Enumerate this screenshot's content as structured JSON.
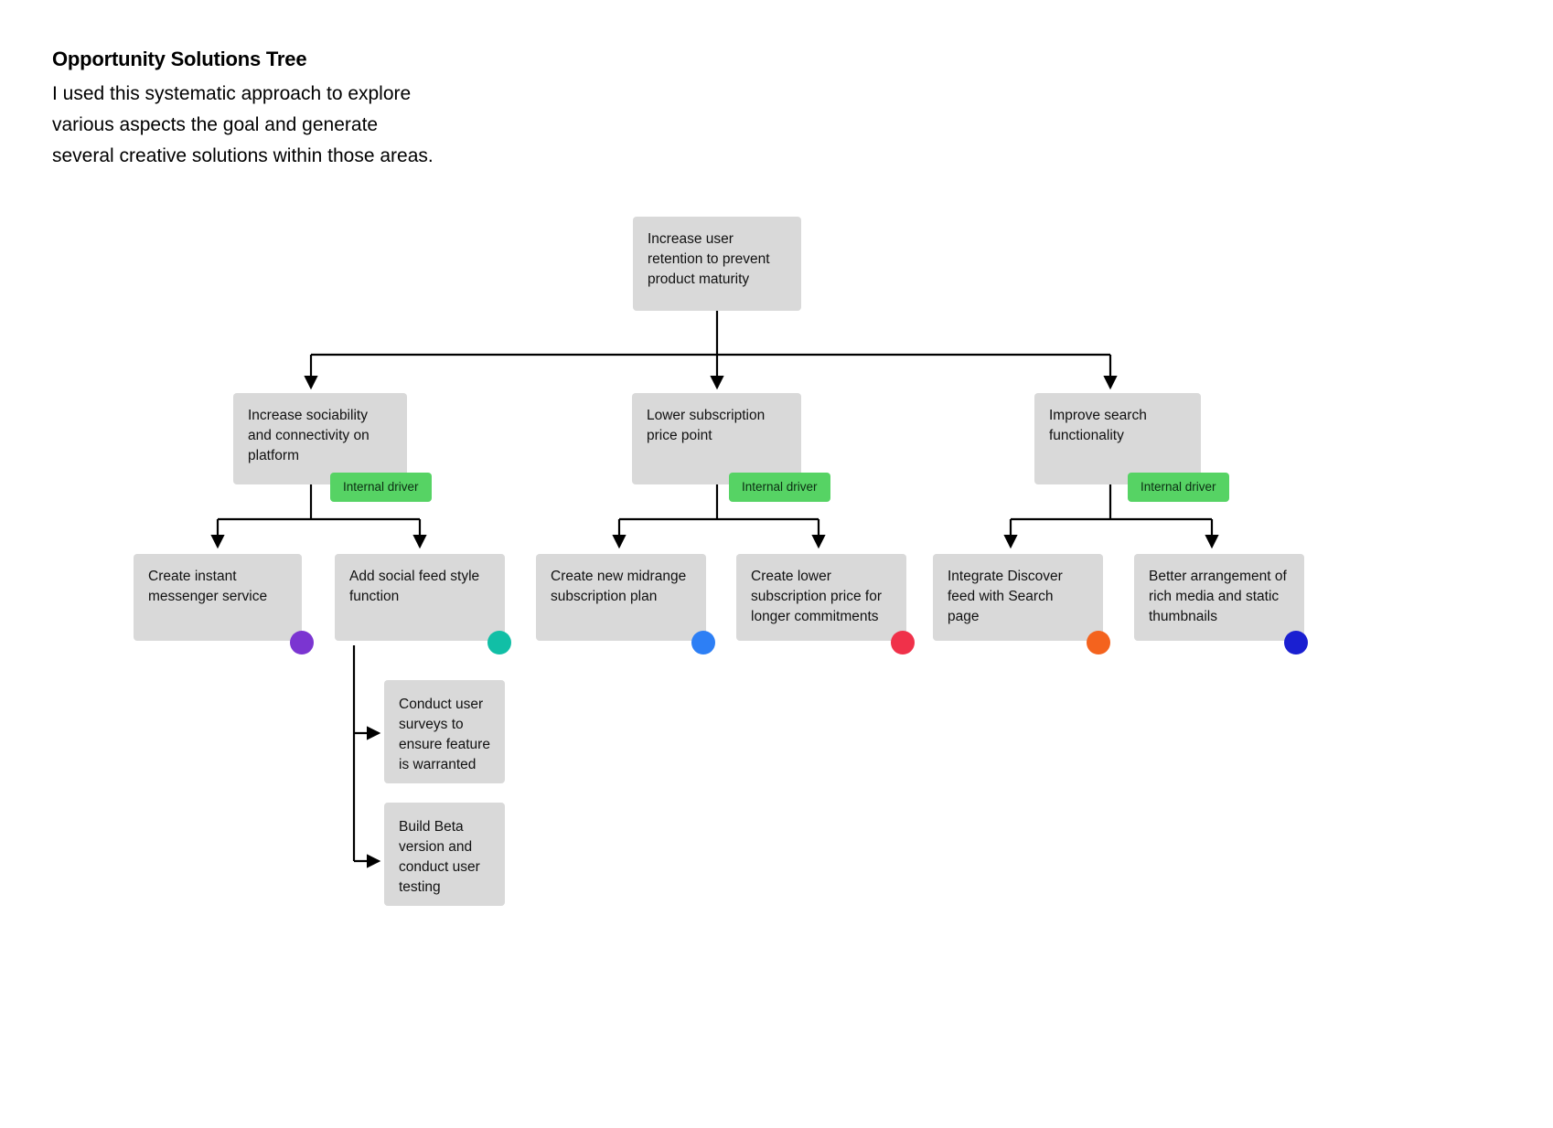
{
  "header": {
    "title": "Opportunity Solutions Tree",
    "subtitle": "I used this systematic approach to explore\nvarious aspects the goal and generate\nseveral creative solutions within those areas."
  },
  "badge_label": "Internal driver",
  "colors": {
    "node_fill": "#d9d9d9",
    "badge_fill": "#56d364",
    "line": "#000000",
    "dot_purple": "#7b35d1",
    "dot_teal": "#11bfa6",
    "dot_blue": "#2d7ff5",
    "dot_red": "#f0314a",
    "dot_orange": "#f4631e",
    "dot_navy": "#1a1fd1"
  },
  "tree": {
    "root": {
      "label": "Increase user\nretention to prevent\nproduct maturity"
    },
    "drivers": [
      {
        "label": "Increase sociability\nand connectivity on\nplatform",
        "badge": "Internal driver"
      },
      {
        "label": "Lower subscription\nprice point",
        "badge": "Internal driver"
      },
      {
        "label": "Improve search\nfunctionality",
        "badge": "Internal driver"
      }
    ],
    "solutions": [
      {
        "label": "Create instant\nmessenger service",
        "dot": "#7b35d1"
      },
      {
        "label": "Add social feed style\nfunction",
        "dot": "#11bfa6"
      },
      {
        "label": "Create new midrange\nsubscription plan",
        "dot": "#2d7ff5"
      },
      {
        "label": "Create lower\nsubscription price for\nlonger commitments",
        "dot": "#f0314a"
      },
      {
        "label": "Integrate Discover\nfeed with Search\npage",
        "dot": "#f4631e"
      },
      {
        "label": "Better arrangement of\nrich media and static\nthumbnails",
        "dot": "#1a1fd1"
      }
    ],
    "experiments": [
      {
        "label": "Conduct user\nsurveys to\nensure feature\nis warranted"
      },
      {
        "label": "Build Beta\nversion and\nconduct user\ntesting"
      }
    ]
  }
}
